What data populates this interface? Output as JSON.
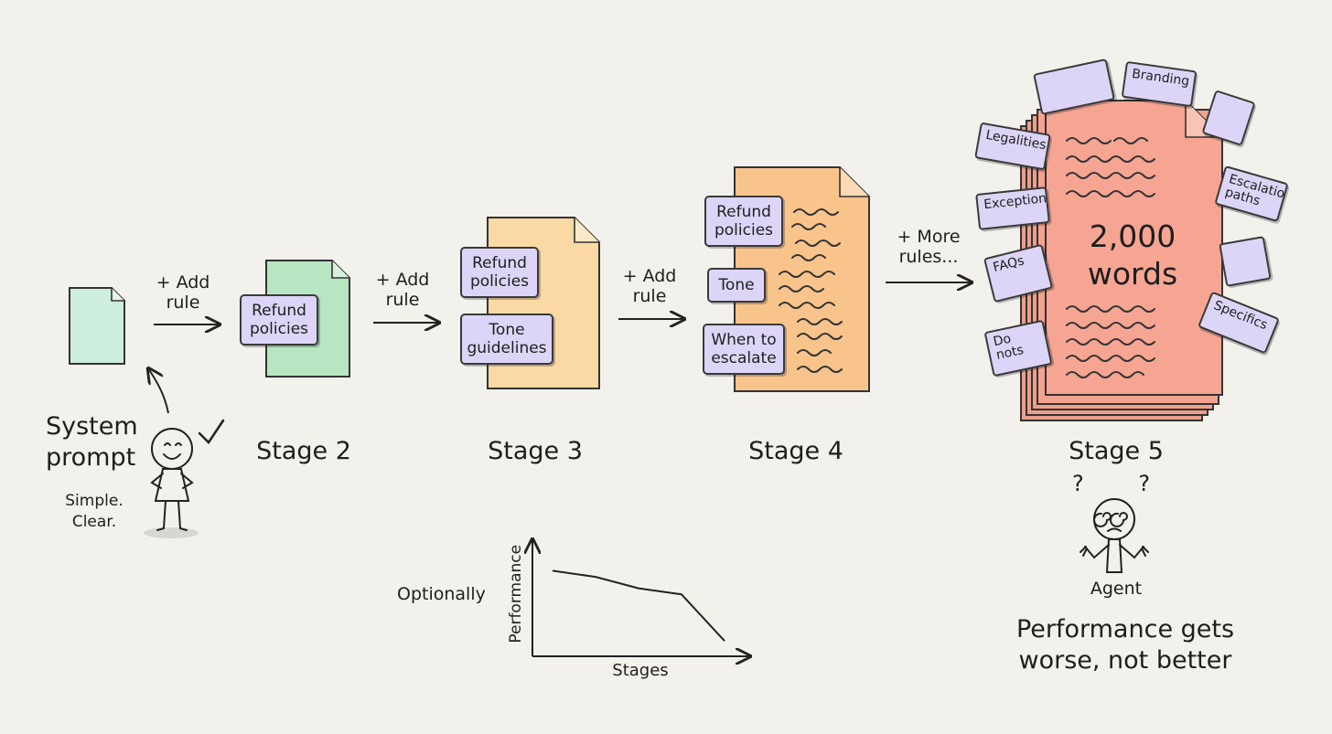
{
  "stages": [
    {
      "id": "stage-1",
      "title_line1": "System",
      "title_line2": "prompt",
      "note_line1": "Simple.",
      "note_line2": "Clear."
    },
    {
      "id": "stage-2",
      "label": "Stage 2",
      "tags": [
        "Refund policies"
      ]
    },
    {
      "id": "stage-3",
      "label": "Stage 3",
      "tags": [
        "Refund policies",
        "Tone guidelines"
      ]
    },
    {
      "id": "stage-4",
      "label": "Stage 4",
      "tags": [
        "Refund policies",
        "Tone",
        "When to escalate"
      ]
    },
    {
      "id": "stage-5",
      "label": "Stage 5",
      "center_line1": "2,000",
      "center_line2": "words",
      "tags": [
        "Branding",
        "Legalities",
        "Exceptions",
        "FAQs",
        "Do nots",
        "Escalation paths",
        "Specifics"
      ]
    }
  ],
  "arrows": [
    {
      "line1": "+ Add",
      "line2": "rule"
    },
    {
      "line1": "+ Add",
      "line2": "rule"
    },
    {
      "line1": "+ Add",
      "line2": "rule"
    },
    {
      "line1": "+ More",
      "line2": "rules..."
    }
  ],
  "agent": {
    "label": "Agent",
    "question_marks": "?  ?"
  },
  "conclusion": {
    "line1": "Performance gets",
    "line2": "worse, not better"
  },
  "chart_data": {
    "type": "line",
    "title": "",
    "xlabel": "Stages",
    "ylabel": "Performance",
    "side_label": "Optionally",
    "x": [
      1,
      2,
      3,
      4,
      5
    ],
    "values": [
      0.85,
      0.78,
      0.65,
      0.58,
      0.05
    ],
    "ylim": [
      0,
      1
    ],
    "grid": false
  },
  "colors": {
    "background": "#f3f1ec",
    "stage1_doc": "#cdeedd",
    "stage2_doc": "#b9e6c2",
    "stage3_doc": "#fbd9a4",
    "stage4_doc": "#f8c48c",
    "stage5_doc": "#f6a593",
    "tag": "#ddd5f7",
    "ink": "#1e1e1e"
  }
}
